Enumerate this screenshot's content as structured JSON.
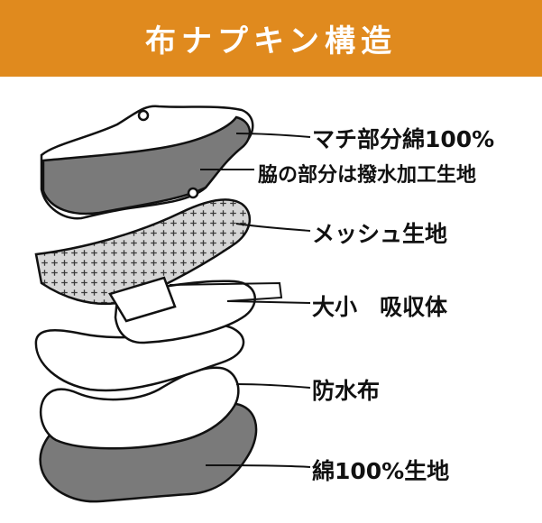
{
  "title": "布ナプキン構造",
  "colors": {
    "banner": "#e08a1e",
    "banner_text": "#ffffff",
    "gray_fabric": "#7a7a7a",
    "outline": "#111111"
  },
  "layers": [
    {
      "id": "wing-top",
      "labels": [
        "マチ部分綿100%",
        "脇の部分は撥水加工生地"
      ]
    },
    {
      "id": "mesh",
      "labels": [
        "メッシュ生地"
      ]
    },
    {
      "id": "absorber",
      "labels": [
        "大小　吸収体"
      ]
    },
    {
      "id": "waterproof",
      "labels": [
        "防水布"
      ]
    },
    {
      "id": "cotton-base",
      "labels": [
        "綿100%生地"
      ]
    }
  ]
}
